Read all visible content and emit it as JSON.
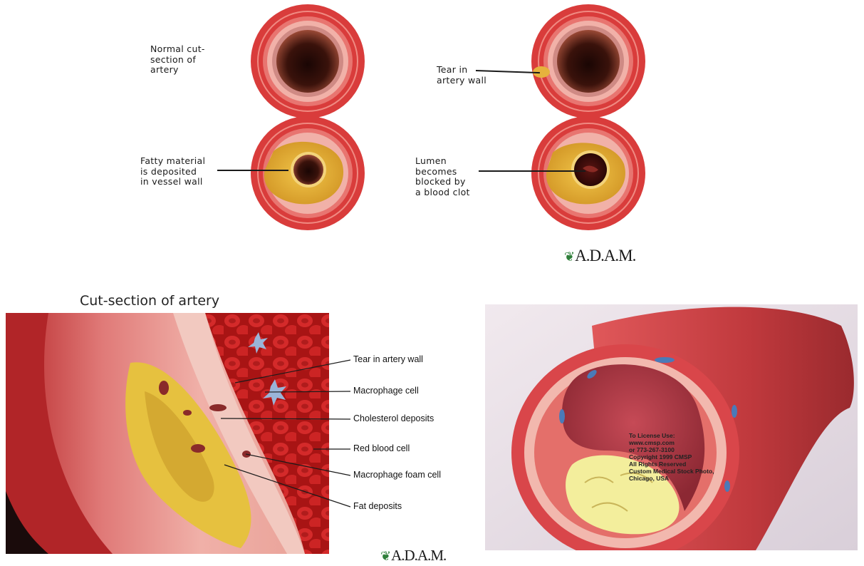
{
  "top_panel": {
    "labels": {
      "normal": [
        "Normal cut-",
        "section of",
        "artery"
      ],
      "tear": [
        "Tear in",
        "artery wall"
      ],
      "fatty": [
        "Fatty material",
        "is deposited",
        "in vessel wall"
      ],
      "lumen": [
        "Lumen",
        "becomes",
        "blocked by",
        "a blood clot"
      ]
    },
    "logo": "A.D.A.M."
  },
  "cut_section": {
    "title": "Cut-section of artery",
    "labels": [
      "Tear in artery wall",
      "Macrophage cell",
      "Cholesterol deposits",
      "Red blood cell",
      "Macrophage foam cell",
      "Fat deposits"
    ],
    "logo": "A.D.A.M."
  },
  "artery_3d": {
    "watermark": [
      "To License Use:",
      "www.cmsp.com",
      "or 773-267-3100",
      "Copyright 1999 CMSP",
      "All Rights Reserved",
      "Custom Medical Stock Photo,",
      "Chicago, USA"
    ]
  },
  "colors": {
    "outer_wall": "#d83a3a",
    "fat": "#e8b43a",
    "lumen": "#2a0f0a",
    "blood": "#c41e1e"
  }
}
